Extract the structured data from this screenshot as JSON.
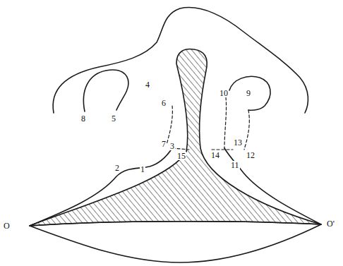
{
  "diagram": {
    "labels": [
      "8",
      "5",
      "4",
      "6",
      "10",
      "9",
      "7",
      "3",
      "15",
      "14",
      "13",
      "12",
      "11",
      "2",
      "1",
      "O",
      "O'"
    ]
  }
}
